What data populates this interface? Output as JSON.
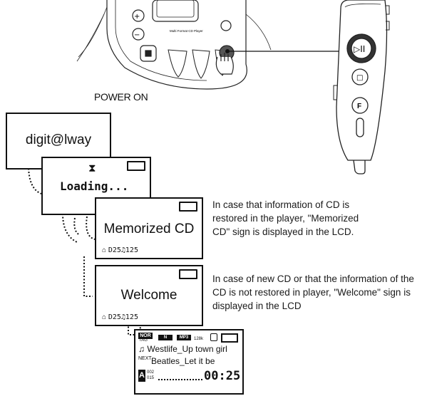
{
  "player": {
    "model_text": "Multi Format CD Player"
  },
  "power_on_label": "POWER ON",
  "remote": {
    "play_glyph": "▷II",
    "stop_glyph": "□",
    "f_label": "F"
  },
  "screens": {
    "boot": {
      "text": "digit@lway"
    },
    "loading": {
      "text": "Loading...",
      "hourglass": "⧗"
    },
    "memorized": {
      "text": "Memorized CD",
      "info": "D25♫125"
    },
    "welcome": {
      "text": "Welcome",
      "info": "D25♫125"
    },
    "playback": {
      "mode": "NOR",
      "tag": "TAG",
      "indicator_n": "N",
      "format": "MP3",
      "bitrate": "128k",
      "track_current": "Westlife_Up town girl",
      "next_label": "NEXT",
      "track_next": "Beatles_Let it be",
      "time": "00:25",
      "folder_num": "002",
      "track_num": "015"
    }
  },
  "notes": {
    "memorized": "In case that information of CD is restored in the player, \"Memorized CD\" sign is displayed in the LCD.",
    "welcome": "In case of new CD or that the information of the CD is not restored in player, \"Welcome\" sign is displayed in the LCD"
  }
}
